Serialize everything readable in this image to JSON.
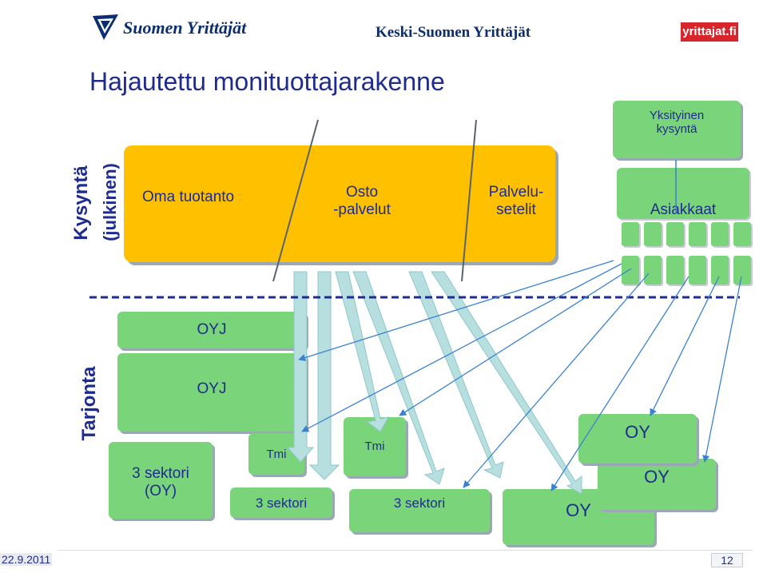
{
  "header": {
    "logo_left": "Suomen Yrittäjät",
    "center_text": "Keski-Suomen Yrittäjät",
    "logo_right": "yrittajat.fi"
  },
  "title": "Hajautettu monituottajarakenne",
  "demand": {
    "vertical_label_line1": "Kysyntä",
    "vertical_label_line2": "(julkinen)",
    "channels": {
      "own": "Oma tuotanto",
      "purchase_line1": "Osto",
      "purchase_line2": "-palvelut",
      "voucher_line1": "Palvelu-",
      "voucher_line2": "setelit"
    },
    "private_line1": "Yksityinen",
    "private_line2": "kysyntä",
    "customers": "Asiakkaat"
  },
  "supply": {
    "vertical_label": "Tarjonta",
    "oyj_1": "OYJ",
    "oyj_2": "OYJ",
    "third_sector_oy_line1": "3 sektori",
    "third_sector_oy_line2": "(OY)",
    "tmi_1": "Tmi",
    "tmi_2": "Tmi",
    "third_sector_1": "3 sektori",
    "third_sector_2": "3 sektori",
    "oy_1": "OY",
    "oy_2": "OY",
    "oy_3": "OY"
  },
  "footer": {
    "date": "22.9.2011",
    "page": "12"
  },
  "colors": {
    "green": "#7ad47a",
    "orange": "#ffc000",
    "arrow": "#b7dfe0",
    "text_blue": "#1f2b8f",
    "line_blue": "#3a82d0"
  }
}
